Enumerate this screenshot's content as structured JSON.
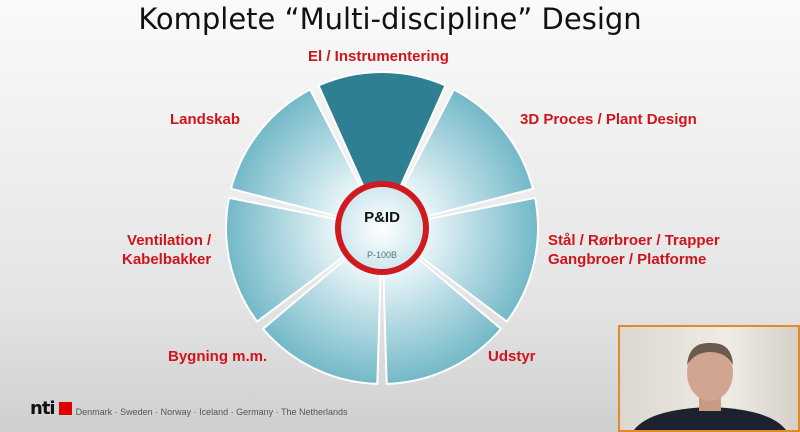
{
  "title": "Komplete “Multi-discipline” Design",
  "center_label": "P&ID",
  "segments": [
    {
      "label": "El / Instrumentering"
    },
    {
      "label": "3D Proces / Plant Design"
    },
    {
      "label": "Stål / Rørbroer / Trapper\nGangbroer / Platforme"
    },
    {
      "label": "Udstyr"
    },
    {
      "label": "Bygning m.m."
    },
    {
      "label": "Ventilation /\nKabelbakker"
    },
    {
      "label": "Landskab"
    }
  ],
  "footer": {
    "logo": "nti",
    "countries": "Denmark · Sweden · Norway · Iceland · Germany · The Netherlands"
  },
  "colors": {
    "accent": "#d0141b",
    "segment": "#8fc9d6",
    "ring": "#d01a1f"
  }
}
